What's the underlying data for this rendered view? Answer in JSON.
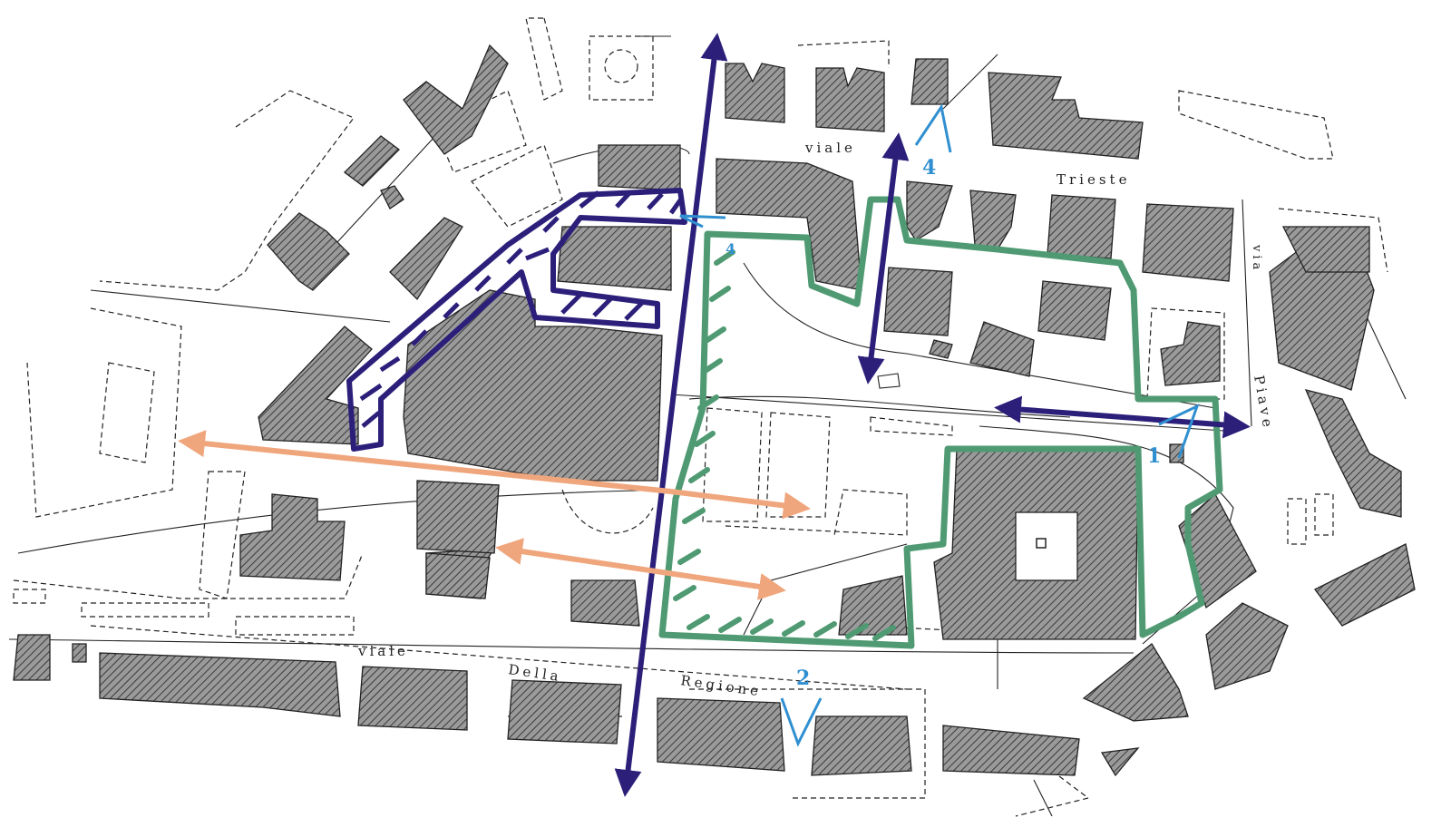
{
  "labels": {
    "viale_trieste_1": "viale",
    "viale_trieste_2": "Trieste",
    "viale_regione_1": "viale",
    "viale_regione_2": "Della",
    "viale_regione_3": "Regione",
    "via_piave_1": "via",
    "via_piave_2": "Piave"
  },
  "markers": {
    "m1": "1",
    "m2": "2",
    "m4a": "4",
    "m4b": "4"
  },
  "colors": {
    "navy": "#2b1f7a",
    "green": "#4f9a72",
    "orange": "#f0a67d",
    "cyan": "#2f8fd0",
    "building": "#8a8a8a"
  }
}
